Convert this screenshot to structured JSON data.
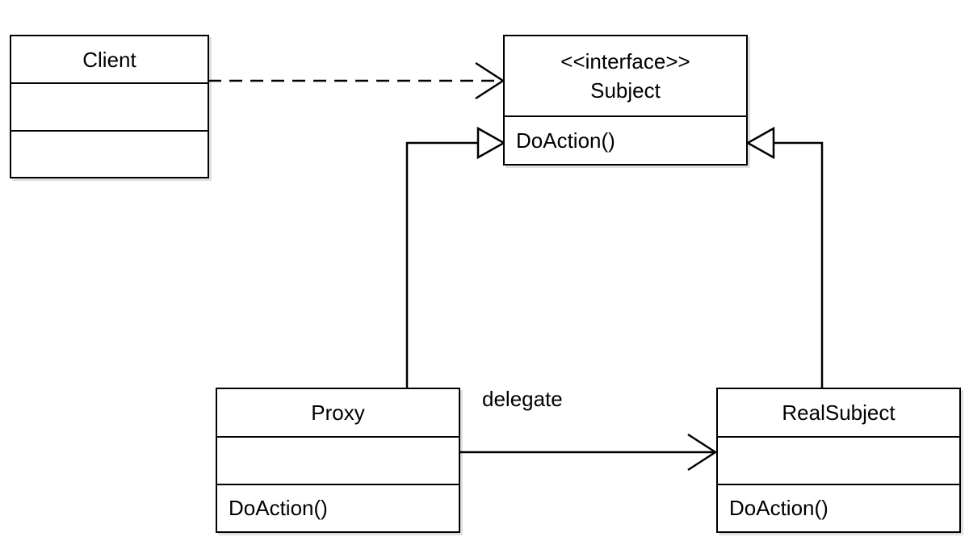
{
  "diagram": {
    "classes": {
      "client": {
        "name": "Client"
      },
      "subject": {
        "stereotype": "<<interface>>",
        "name": "Subject",
        "operation": "DoAction()"
      },
      "proxy": {
        "name": "Proxy",
        "operation": "DoAction()"
      },
      "real_subject": {
        "name": "RealSubject",
        "operation": "DoAction()"
      }
    },
    "relations": {
      "client_to_subject": {
        "kind": "dependency"
      },
      "proxy_to_subject": {
        "kind": "realization"
      },
      "realsubject_to_subject": {
        "kind": "realization"
      },
      "proxy_to_realsubject": {
        "kind": "association",
        "label": "delegate"
      }
    }
  }
}
